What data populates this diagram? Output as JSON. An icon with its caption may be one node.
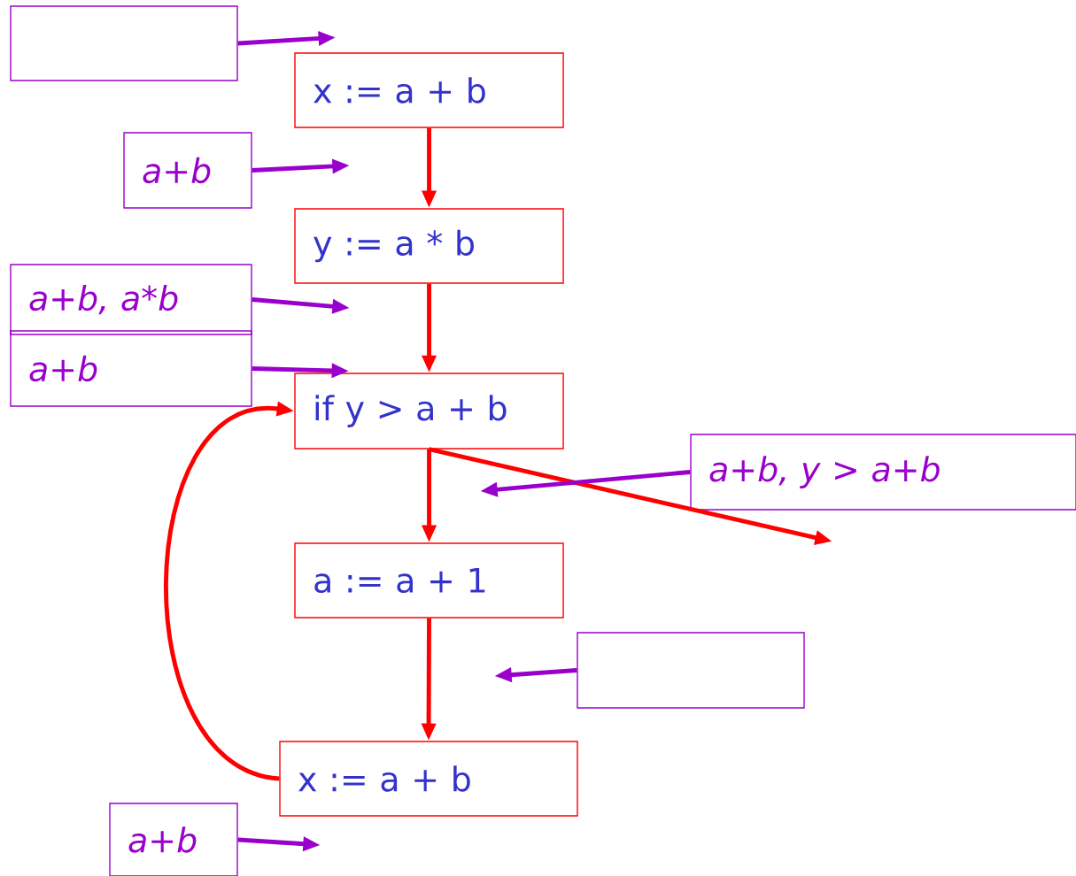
{
  "diagram": {
    "nodes": [
      {
        "text": [],
        "shape": "box"
      },
      {
        "text": [
          "x := a + b"
        ]
      },
      {
        "text": [
          "a+b"
        ]
      },
      {
        "text": [
          "y := a * b"
        ]
      },
      {
        "text": [
          "a+b, a*b"
        ]
      },
      {
        "text": [
          "a+b"
        ]
      },
      {
        "text": [
          "if y > a + b"
        ]
      },
      {
        "text": [
          "a+b, y > a+b"
        ]
      },
      {
        "text": [
          "a := a + 1"
        ]
      },
      {
        "text": [],
        "shape": "box"
      },
      {
        "text": [
          "x := a + b"
        ]
      },
      {
        "text": [
          "a+b"
        ]
      }
    ],
    "edges": [
      {
        "from": 0,
        "to": 1,
        "arrow": "to"
      },
      {
        "from": 1,
        "to": 3,
        "arrow": "to",
        "color": "#ff0000"
      },
      {
        "from": 2,
        "to": null,
        "arrow": "to"
      },
      {
        "from": 3,
        "to": 6,
        "arrow": "to",
        "color": "#ff0000"
      },
      {
        "from": 4,
        "to": null,
        "arrow": "to"
      },
      {
        "from": 5,
        "to": 6,
        "arrow": "to"
      },
      {
        "from": 6,
        "to": 8,
        "arrow": "to",
        "color": "#ff0000"
      },
      {
        "from": 6,
        "to": null,
        "arrow": "to",
        "color": "#ff0000"
      },
      {
        "from": 7,
        "to": null,
        "arrow": "to"
      },
      {
        "from": 8,
        "to": 10,
        "arrow": "to",
        "color": "#ff0000"
      },
      {
        "from": 9,
        "to": null,
        "arrow": "to"
      },
      {
        "from": 10,
        "to": 6,
        "arrow": "to",
        "color": "#ff0000"
      },
      {
        "from": 11,
        "to": null,
        "arrow": "to"
      }
    ]
  }
}
